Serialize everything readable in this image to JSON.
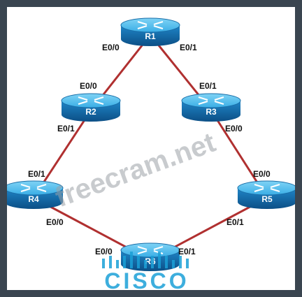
{
  "routers": [
    {
      "id": "R1",
      "label": "R1"
    },
    {
      "id": "R2",
      "label": "R2"
    },
    {
      "id": "R3",
      "label": "R3"
    },
    {
      "id": "R4",
      "label": "R4"
    },
    {
      "id": "R5",
      "label": "R5"
    },
    {
      "id": "R6",
      "label": "R6"
    }
  ],
  "links": [
    {
      "a": "R1",
      "a_port": "E0/0",
      "b": "R2",
      "b_port": "E0/0"
    },
    {
      "a": "R1",
      "a_port": "E0/1",
      "b": "R3",
      "b_port": "E0/1"
    },
    {
      "a": "R2",
      "a_port": "E0/1",
      "b": "R4",
      "b_port": "E0/1"
    },
    {
      "a": "R3",
      "a_port": "E0/0",
      "b": "R5",
      "b_port": "E0/0"
    },
    {
      "a": "R4",
      "a_port": "E0/0",
      "b": "R6",
      "b_port": "E0/0"
    },
    {
      "a": "R5",
      "a_port": "E0/1",
      "b": "R6",
      "b_port": "E0/1"
    }
  ],
  "watermark": "freecram.net",
  "logo_text": "CISCO",
  "colors": {
    "frame": "#3a4550",
    "link": "#b03030",
    "router_top": "#5cc3ef",
    "router_body": "#1d7fbf",
    "watermark": "#9aa0a6",
    "logo": "#1ba0d7"
  }
}
